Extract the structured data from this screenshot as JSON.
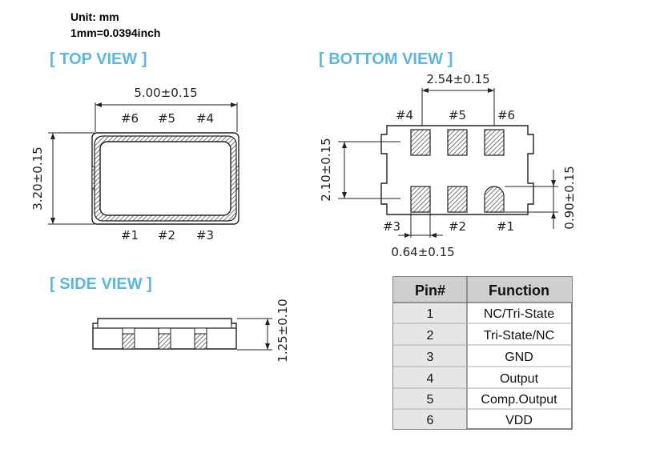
{
  "units": {
    "unit": "Unit: mm",
    "conversion": "1mm=0.0394inch"
  },
  "top_view": {
    "heading": "[ TOP VIEW ]",
    "width_dim": "5.00±0.15",
    "height_dim": "3.20±0.15",
    "top_pins": [
      "#6",
      "#5",
      "#4"
    ],
    "bottom_pins": [
      "#1",
      "#2",
      "#3"
    ]
  },
  "bottom_view": {
    "heading": "[ BOTTOM VIEW ]",
    "pitch_dim": "2.54±0.15",
    "row_dim": "2.10±0.15",
    "pad_height_dim": "0.90±0.15",
    "pad_width_dim": "0.64±0.15",
    "top_pins": [
      "#4",
      "#5",
      "#6"
    ],
    "bottom_pins": [
      "#3",
      "#2",
      "#1"
    ]
  },
  "side_view": {
    "heading": "[ SIDE VIEW ]",
    "height_dim": "1.25±0.10"
  },
  "pin_table": {
    "headers": [
      "Pin#",
      "Function"
    ],
    "rows": [
      {
        "pin": "1",
        "function": "NC/Tri-State"
      },
      {
        "pin": "2",
        "function": "Tri-State/NC"
      },
      {
        "pin": "3",
        "function": "GND"
      },
      {
        "pin": "4",
        "function": "Output"
      },
      {
        "pin": "5",
        "function": "Comp.Output"
      },
      {
        "pin": "6",
        "function": "VDD"
      }
    ]
  }
}
